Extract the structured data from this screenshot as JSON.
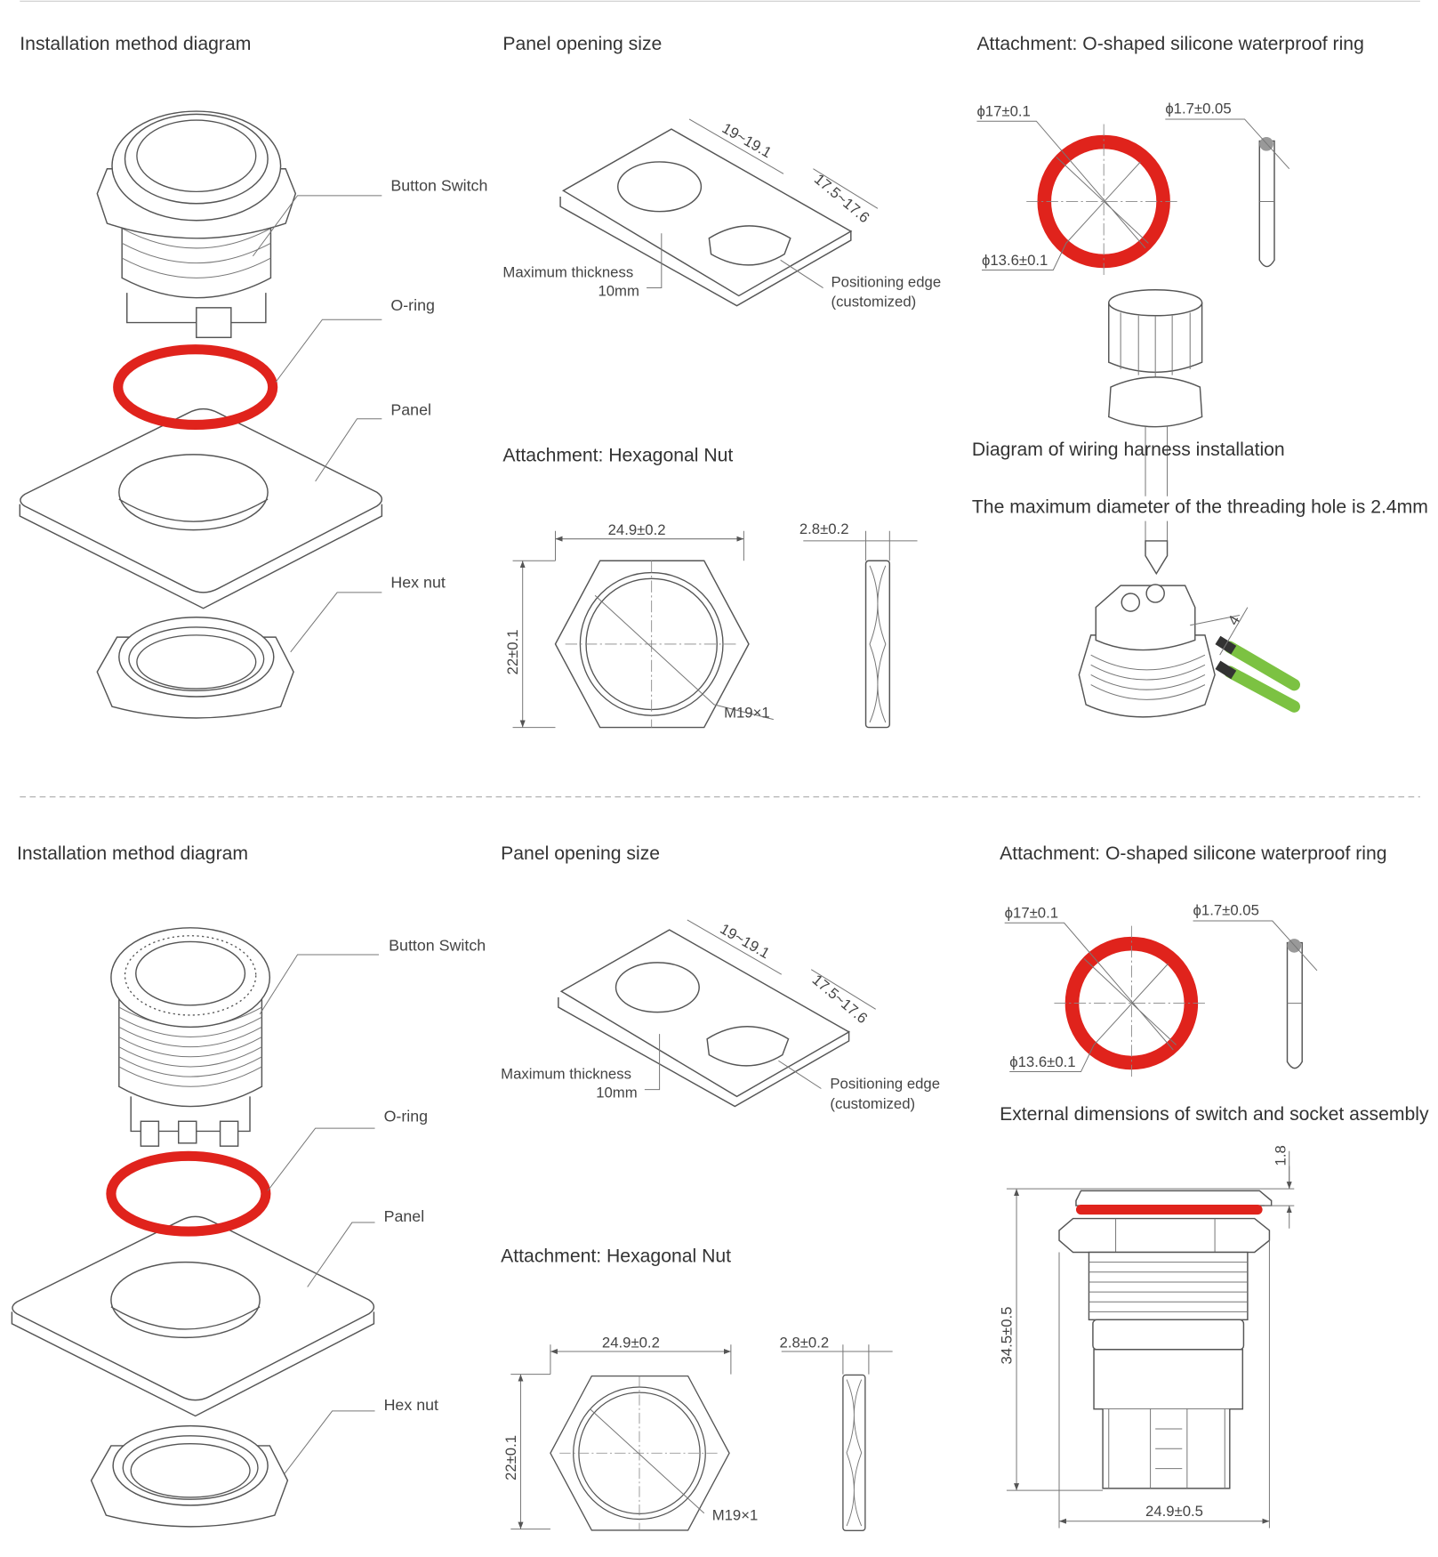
{
  "colors": {
    "oring_red": "#e0231c",
    "wire_green": "#7cc242",
    "line_gray": "#555555"
  },
  "sections": [
    {
      "install": {
        "title": "Installation method diagram",
        "button_switch": "Button Switch",
        "o_ring": "O-ring",
        "panel": "Panel",
        "hex_nut": "Hex nut"
      },
      "panel_opening": {
        "title": "Panel opening size",
        "dim_round": "19~19.1",
        "dim_flat": "17.5~17.6",
        "thickness_label": "Maximum thickness",
        "thickness_value": "10mm",
        "edge_label": "Positioning edge",
        "edge_note": "(customized)"
      },
      "hex_nut": {
        "title": "Attachment:  Hexagonal Nut",
        "width": "24.9±0.2",
        "height": "22±0.1",
        "thread": "M19×1",
        "thickness": "2.8±0.2"
      },
      "oring": {
        "title": "Attachment: O-shaped silicone waterproof ring",
        "outer": "ϕ17±0.1",
        "inner": "ϕ13.6±0.1",
        "section": "ϕ1.7±0.05"
      },
      "wiring": {
        "title": "Diagram of wiring harness installation",
        "note": "The maximum diameter of the threading hole is 2.4mm",
        "strip_len": "4"
      }
    },
    {
      "install": {
        "title": "Installation method diagram",
        "button_switch": "Button Switch",
        "o_ring": "O-ring",
        "panel": "Panel",
        "hex_nut": "Hex nut"
      },
      "panel_opening": {
        "title": "Panel opening size",
        "dim_round": "19~19.1",
        "dim_flat": "17.5~17.6",
        "thickness_label": "Maximum thickness",
        "thickness_value": "10mm",
        "edge_label": "Positioning edge",
        "edge_note": "(customized)"
      },
      "hex_nut": {
        "title": "Attachment:  Hexagonal Nut",
        "width": "24.9±0.2",
        "height": "22±0.1",
        "thread": "M19×1",
        "thickness": "2.8±0.2"
      },
      "oring": {
        "title": "Attachment: O-shaped silicone waterproof ring",
        "outer": "ϕ17±0.1",
        "inner": "ϕ13.6±0.1",
        "section": "ϕ1.7±0.05"
      },
      "assembly": {
        "title": "External dimensions of switch and socket assembly",
        "lip": "1.8",
        "height": "34.5±0.5",
        "width": "24.9±0.5"
      }
    }
  ]
}
